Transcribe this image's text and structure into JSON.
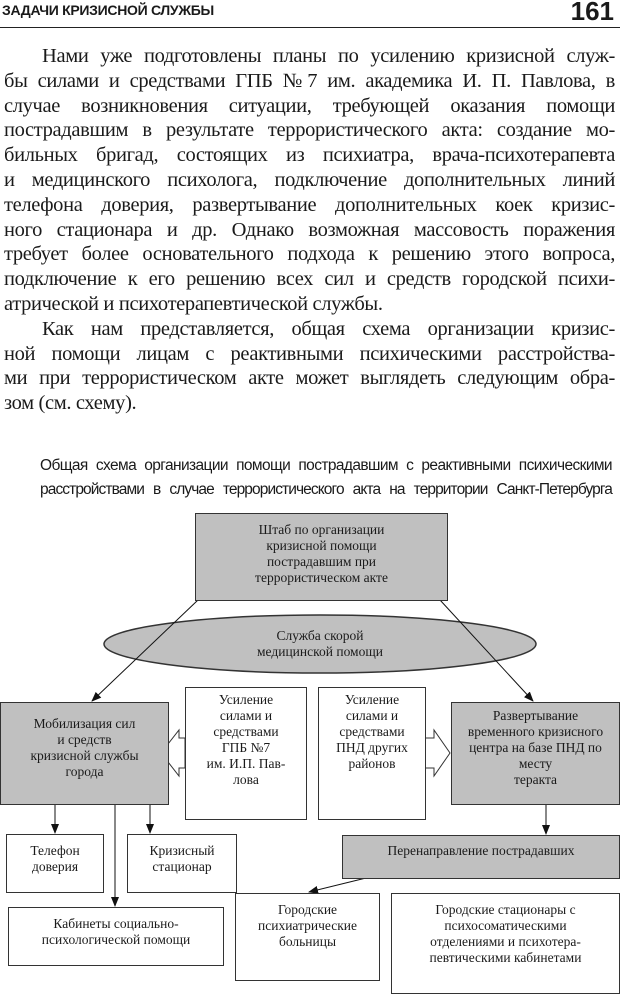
{
  "header": {
    "title": "ЗАДАЧИ КРИЗИСНОЙ СЛУЖБЫ",
    "page_number": "161"
  },
  "body_lines": [
    "Нами уже подготовлены планы по усилению кризисной служ-",
    "бы силами и средствами ГПБ №7 им. академика И. П. Павлова, в",
    "случае возникновения ситуации, требующей оказания помощи",
    "пострадавшим в результате террористического акта: создание мо-",
    "бильных бригад, состоящих из психиатра, врача-психотерапевта",
    "и медицинского психолога, подключение дополнительных линий",
    "телефона доверия, развертывание дополнительных коек кризис-",
    "ного стационара и др. Однако возможная массовость поражения",
    "требует более основательного подхода к решению этого вопроса,",
    "подключение к его решению всех сил и средств городской психи-",
    "атрической и психотерапевтической службы.",
    "Как нам представляется, общая схема организации кризис-",
    "ной помощи лицам с реактивными психическими расстройства-",
    "ми при террористическом акте может выглядеть следующим обра-",
    "зом (см. схему)."
  ],
  "caption": [
    "Общая схема организации помощи пострадавшим с реактивными психическими",
    "расстройствами в случае террористического акта на территории Санкт-Петербурга"
  ],
  "diagram": {
    "headquarters": [
      "Штаб по организации",
      "кризисной помощи",
      "пострадавшим при",
      "террористическом акте"
    ],
    "ambulance": [
      "Служба скорой",
      "медицинской помощи"
    ],
    "mobilization": [
      "Мобилизация сил",
      "и средств",
      "кризисной службы",
      "города"
    ],
    "reinforce_gpb": [
      "Усиление",
      "силами и",
      "средствами",
      "ГПБ №7",
      "им. И.П. Пав-",
      "лова"
    ],
    "reinforce_pnd": [
      "Усиление",
      "силами и",
      "средствами",
      "ПНД других",
      "районов"
    ],
    "deployment": [
      "Развертывание",
      "временного кризисного",
      "центра на базе ПНД по",
      "месту",
      "теракта"
    ],
    "hotline": [
      "Телефон",
      "доверия"
    ],
    "crisis_hospital": [
      "Кризисный",
      "стационар"
    ],
    "redirect": [
      "Перенаправление пострадавших"
    ],
    "social_offices": [
      "Кабинеты социально-",
      "психологической помощи"
    ],
    "psych_hospitals": [
      "Городские",
      "психиатрические",
      "больницы"
    ],
    "city_hospitals": [
      "Городские стационары с",
      "психосоматическими",
      "отделениями и психотера-",
      "певтическими кабинетами"
    ],
    "colors": {
      "box_gray": "#c0c0c0",
      "line": "#222222"
    }
  }
}
